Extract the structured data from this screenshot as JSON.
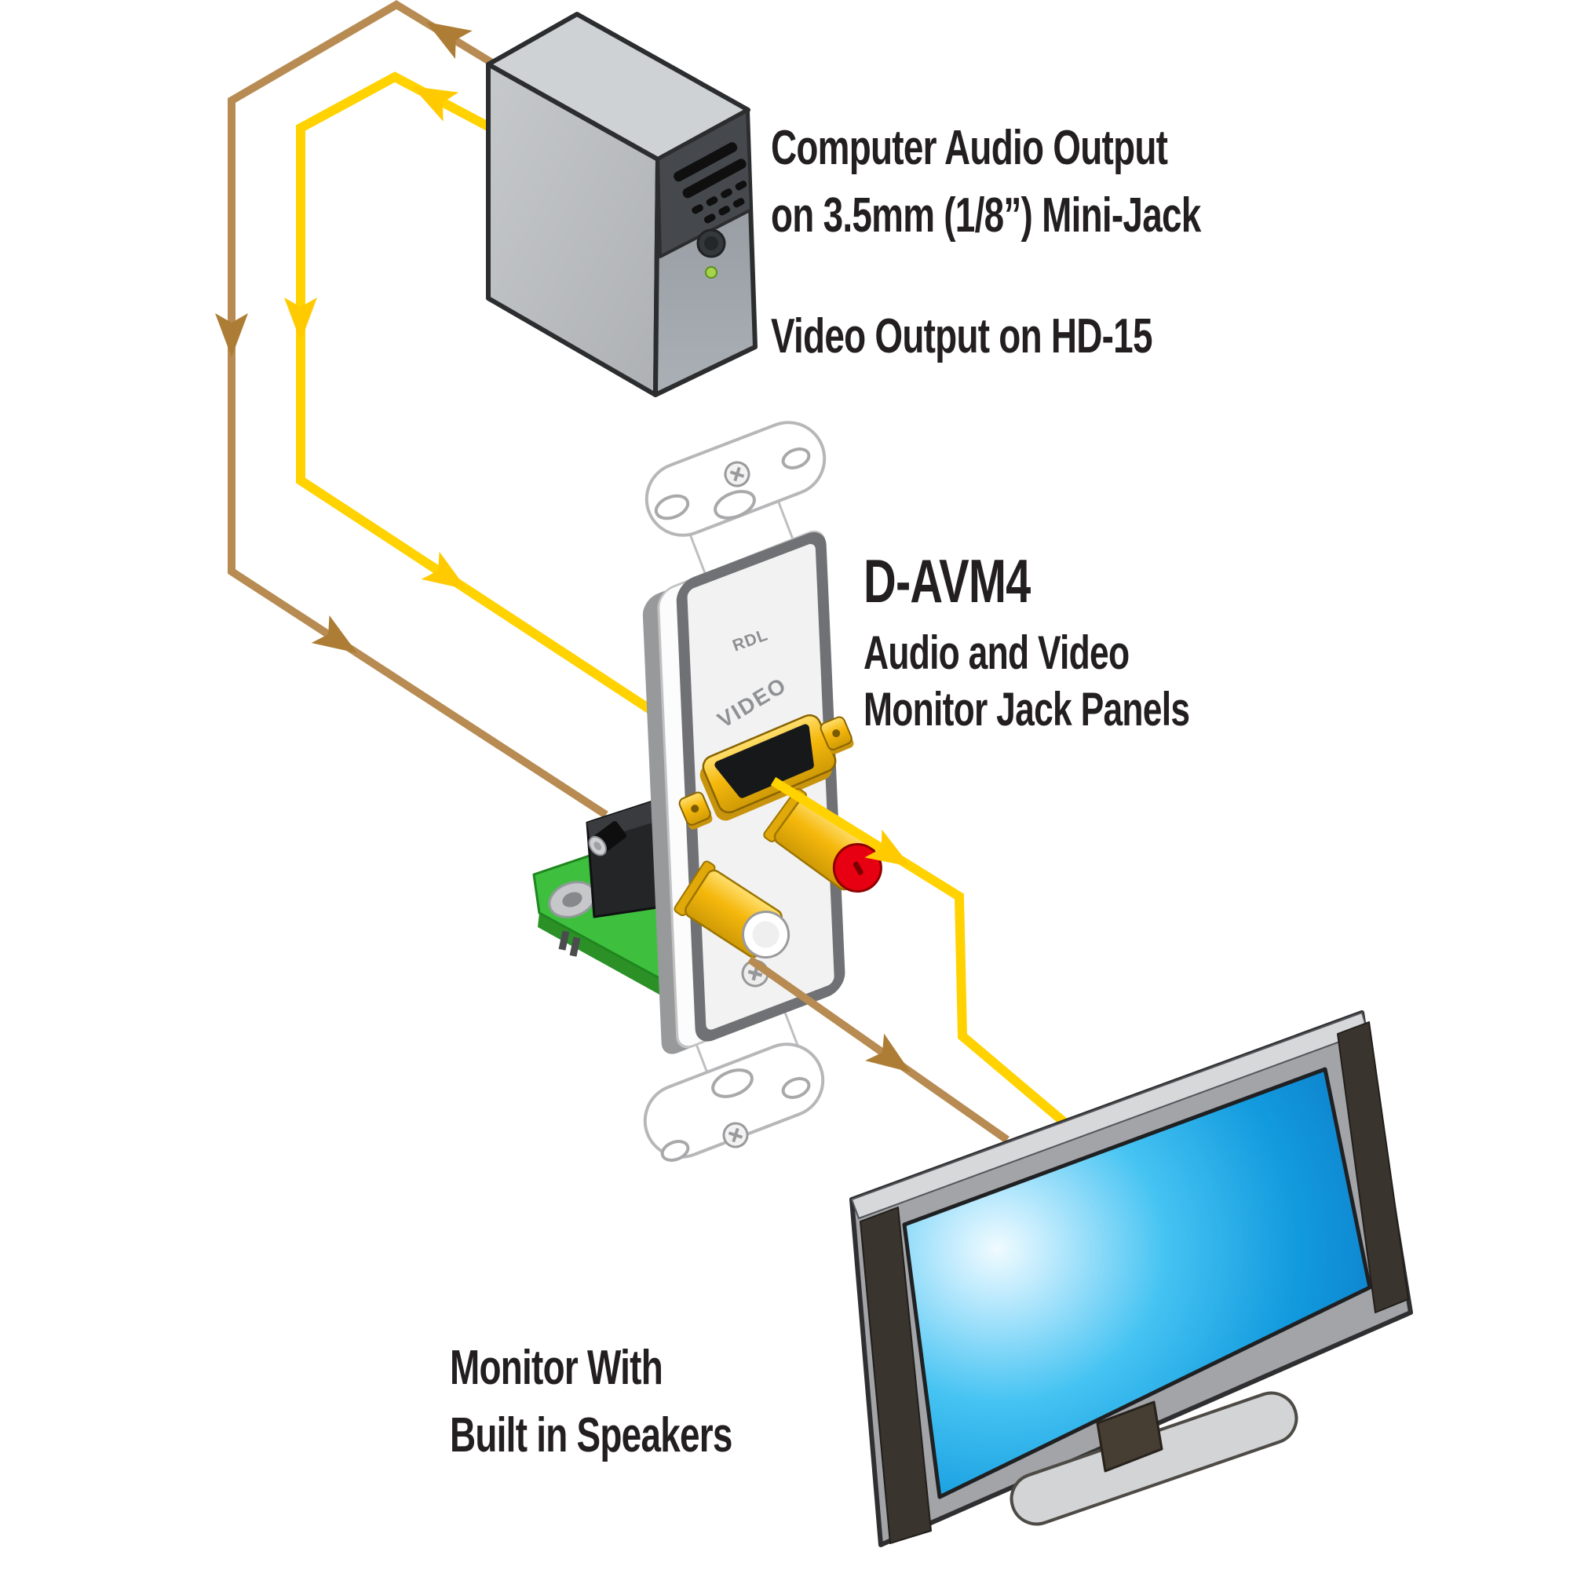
{
  "labels": {
    "computer_output": {
      "line1": "Computer Audio Output",
      "line2": "on 3.5mm (1/8”) Mini-Jack"
    },
    "video_output": "Video Output on HD-15",
    "panel": {
      "title": "D-AVM4",
      "line1": "Audio and Video",
      "line2": "Monitor Jack Panels"
    },
    "monitor": {
      "line1": "Monitor With",
      "line2": "Built in Speakers"
    }
  },
  "wall_plate": {
    "brand": "RDL",
    "video_jack_label": "VIDEO"
  },
  "colors": {
    "text": "#231F20",
    "video_cable": "#FFD200",
    "video_arrow": "#FFCB00",
    "audio_cable": "#B78B52",
    "audio_arrow": "#AD7D35",
    "pcb_green": "#3EC03E",
    "connector_gold": "#F5B80C",
    "rca_red": "#E60012",
    "rca_white": "#FFFFFF",
    "screen_blue": "#129ADE"
  }
}
